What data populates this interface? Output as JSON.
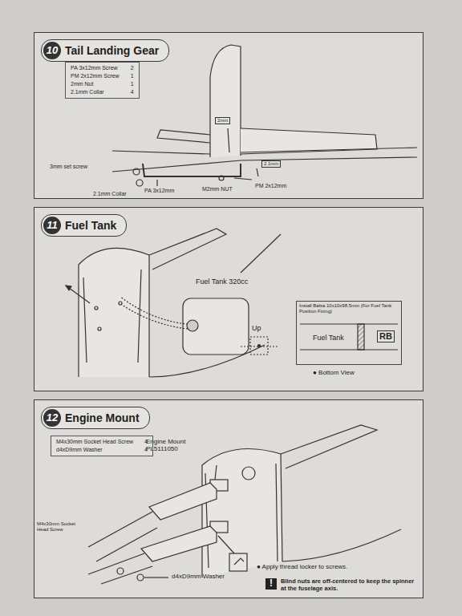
{
  "diagram": {
    "nodes": [
      {
        "text": [
          "10",
          "Tail Landing Gear"
        ]
      },
      {
        "text": [
          "PA 3x12mm Screw",
          "2",
          "PM 2x12mm Screw",
          "1",
          "2mm Nut",
          "1",
          "2.1mm Collar",
          "4"
        ],
        "in": 0
      },
      {
        "text": [
          "11",
          "Fuel Tank"
        ]
      },
      {
        "text": [
          "Install Balsa 10x10x98.5mm (For Fuel Tank Position Fixing)",
          "Fuel Tank",
          "RB",
          "● Bottom View"
        ],
        "in": 2
      },
      {
        "text": [
          "12",
          "Engine Mount"
        ]
      },
      {
        "text": [
          "M4x30mm Socket Head Screw",
          "4",
          "d4xD9mm Washer",
          "4"
        ],
        "in": 4
      },
      {
        "text": [
          "!",
          "Blind nuts are off-centered to keep the spinner at the fuselage axis."
        ],
        "in": 4
      }
    ],
    "labels": [
      "3mm set screw",
      "2.1mm Collar",
      "PA 3x12mm",
      "M2mm NUT",
      "PM 2x12mm",
      "2mm",
      "2.1mm",
      "Fuel Tank 320cc",
      "Up",
      "Engine Mount PL5111050",
      "M4x30mm Socket Head Screw",
      "d4xD9mm Washer",
      "● Apply thread locker to screws."
    ]
  }
}
